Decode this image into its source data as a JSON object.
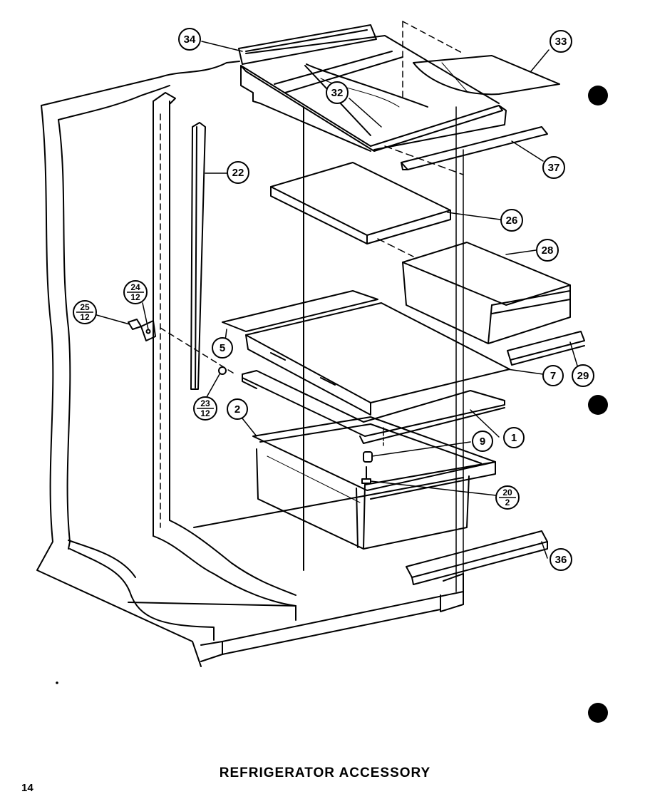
{
  "title": "REFRIGERATOR ACCESSORY",
  "page_number": "14",
  "callouts": {
    "c34": "34",
    "c33": "33",
    "c32": "32",
    "c37": "37",
    "c22": "22",
    "c26": "26",
    "c28": "28",
    "c5": "5",
    "c7": "7",
    "c29": "29",
    "c2": "2",
    "c1": "1",
    "c9": "9",
    "c36": "36",
    "c24": {
      "top": "24",
      "bottom": "12"
    },
    "c25": {
      "top": "25",
      "bottom": "12"
    },
    "c23": {
      "top": "23",
      "bottom": "12"
    },
    "c20": {
      "top": "20",
      "bottom": "2"
    }
  }
}
